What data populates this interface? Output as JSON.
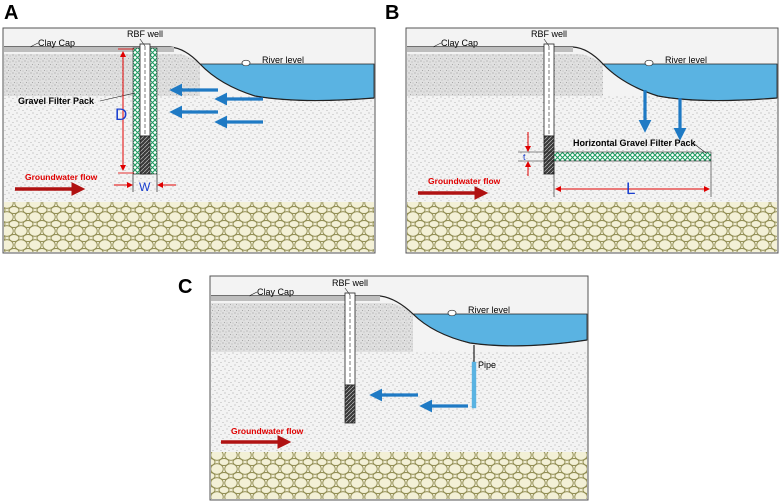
{
  "panels": [
    {
      "letter": "A",
      "well_label": "RBF well",
      "cap_label": "Clay Cap",
      "river_label": "River level",
      "pack_label": "Gravel Filter Pack",
      "depth_symbol": "D",
      "width_symbol": "W",
      "flow_label": "Groundwater flow"
    },
    {
      "letter": "B",
      "well_label": "RBF well",
      "cap_label": "Clay Cap",
      "river_label": "River level",
      "pack_label": "Horizontal Gravel Filter Pack",
      "thickness_symbol": "t",
      "length_symbol": "L",
      "flow_label": "Groundwater flow"
    },
    {
      "letter": "C",
      "well_label": "RBF well",
      "cap_label": "Clay Cap",
      "river_label": "River level",
      "pipe_label": "Pipe",
      "flow_label": "Groundwater flow"
    }
  ],
  "colors": {
    "river": "#5ab3e2",
    "arrow_blue": "#1f7ac4",
    "arrow_red": "#b01212",
    "gravel_pack": "#2fa36d",
    "cobble": "#f1edcf",
    "cobble_edge": "#8e8a4f",
    "dimension_red": "#e00000"
  }
}
